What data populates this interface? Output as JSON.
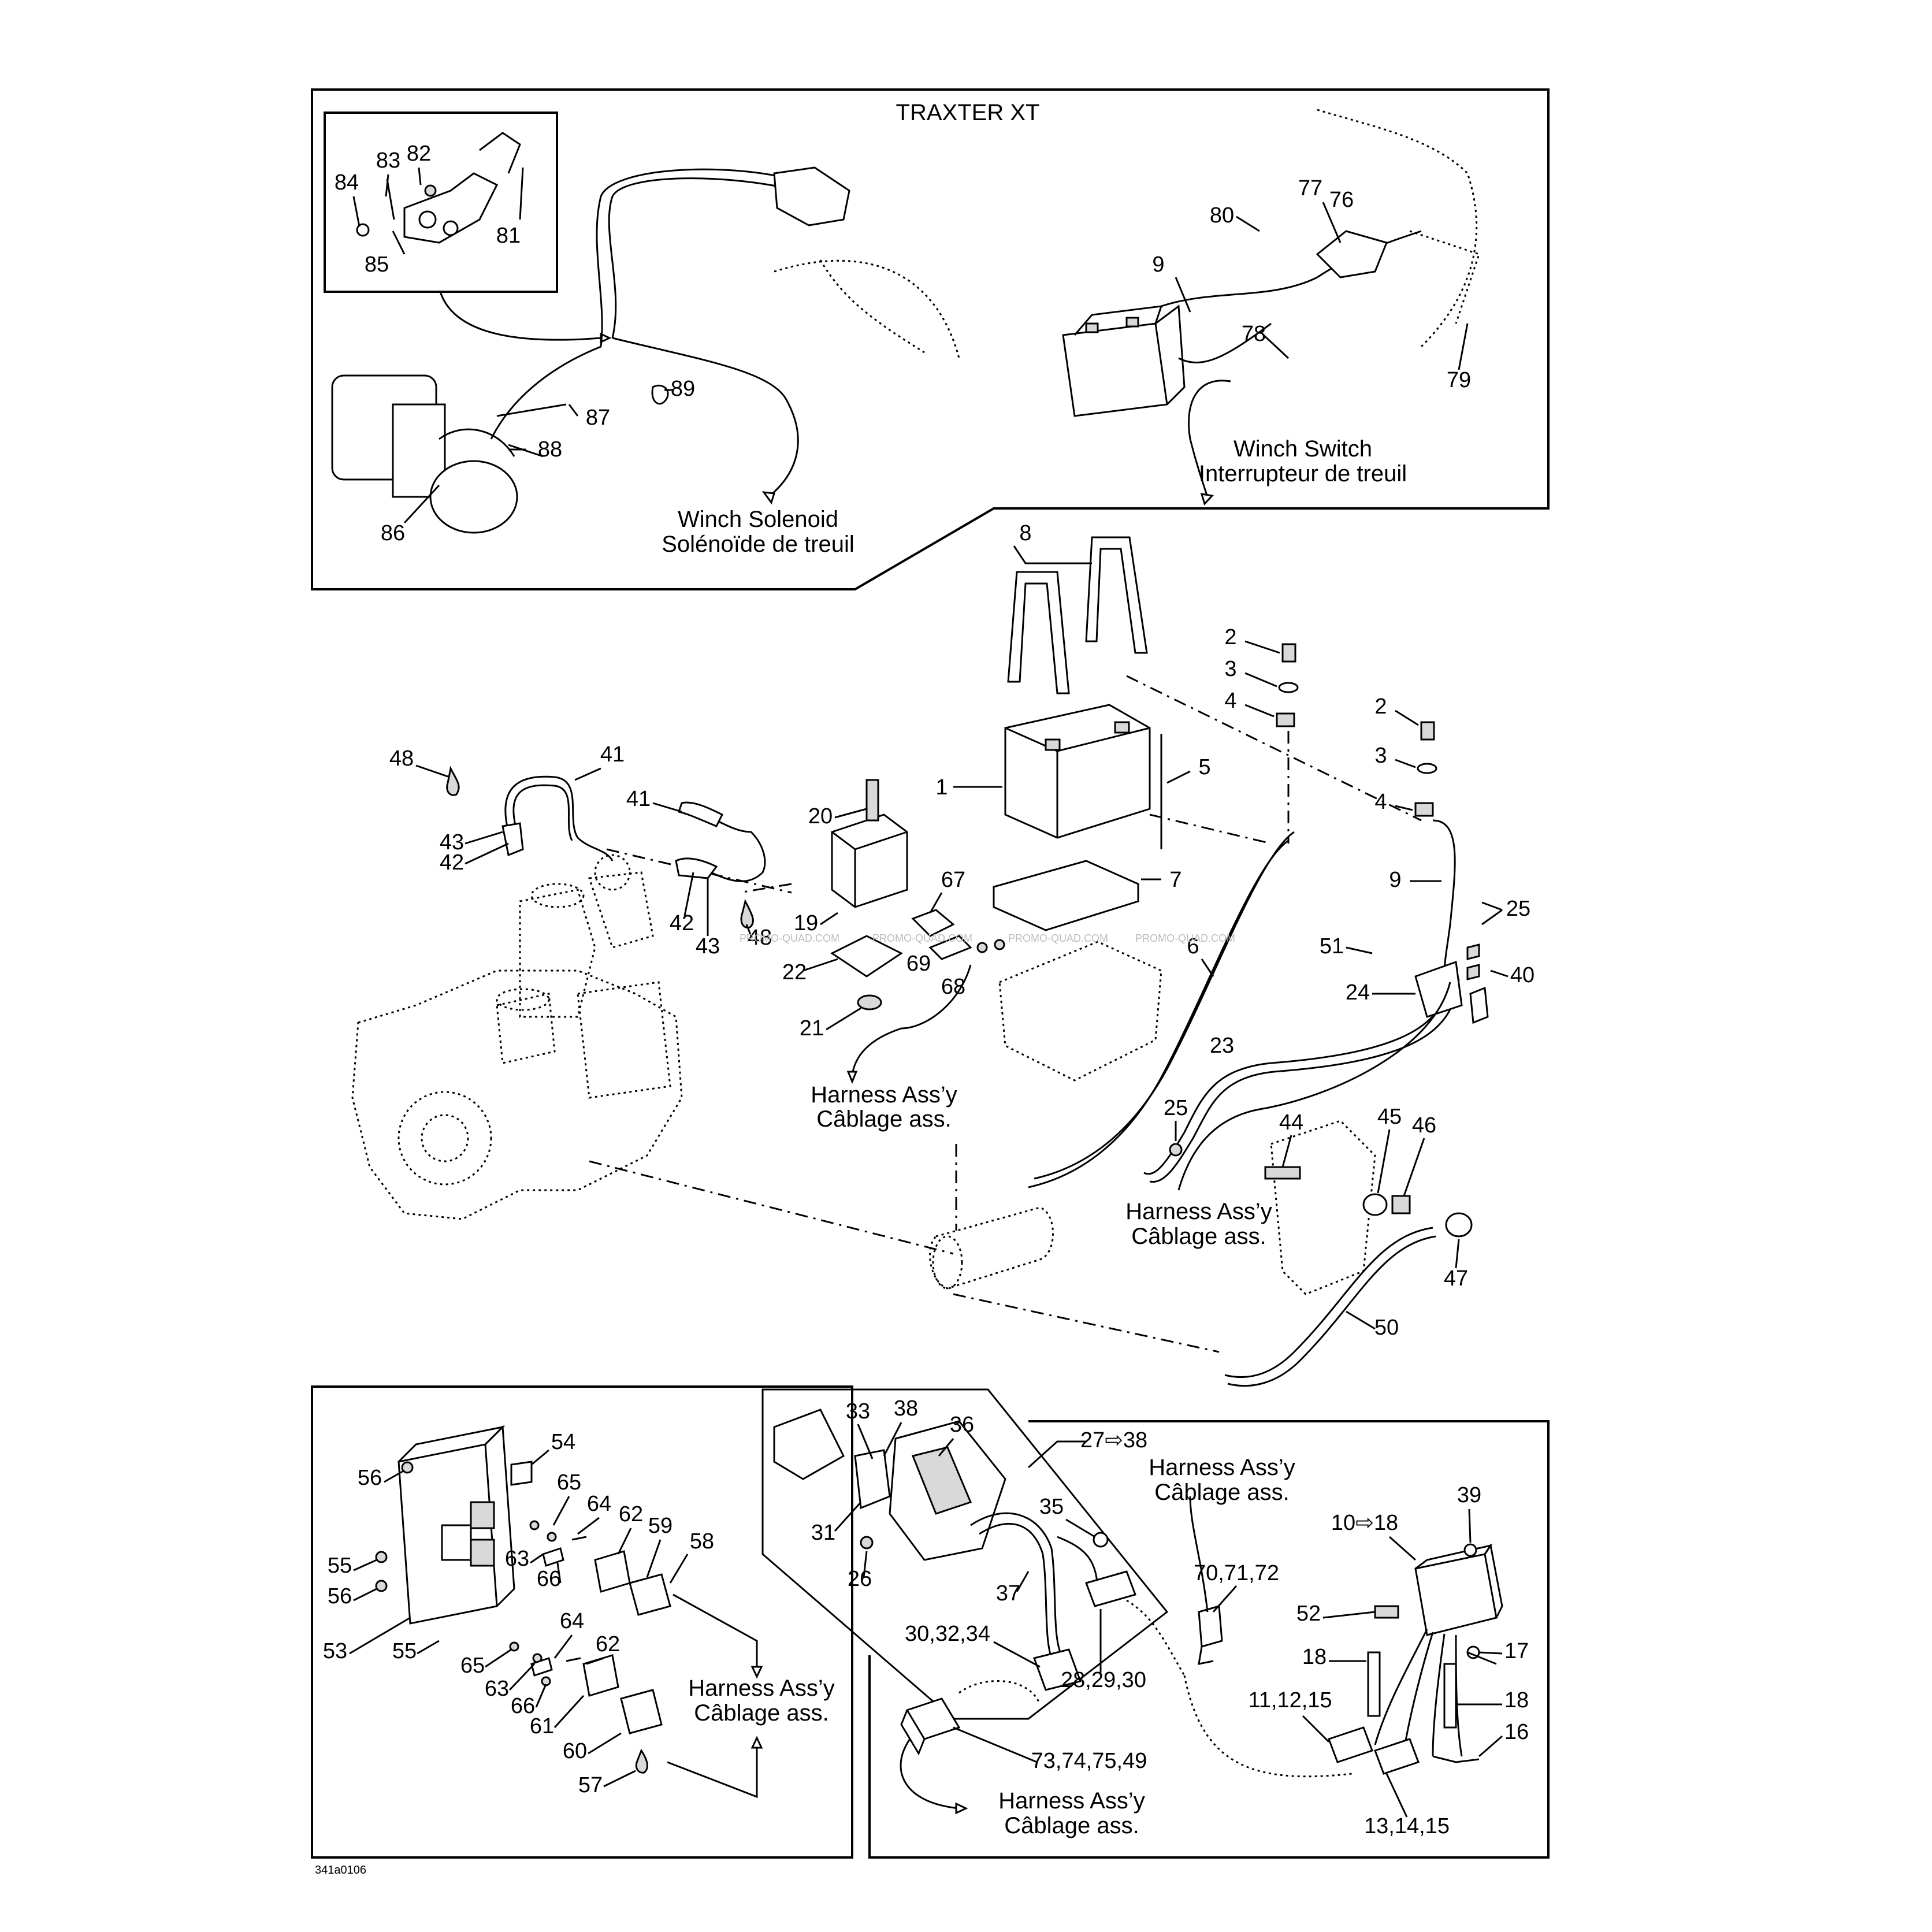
{
  "panels": {
    "traxter_title": "TRAXTER XT",
    "winch_solenoid": [
      "Winch Solenoid",
      "Solénoïde de treuil"
    ],
    "winch_switch": [
      "Winch Switch",
      "Interrupteur de treuil"
    ],
    "harness_main": [
      "Harness Ass’y",
      "Câblage ass."
    ],
    "harness_center": [
      "Harness Ass’y",
      "Câblage ass."
    ],
    "harness_left": [
      "Harness Ass’y",
      "Câblage ass."
    ],
    "harness_right_top": [
      "Harness Ass’y",
      "Câblage ass."
    ],
    "harness_right_bottom": [
      "Harness Ass’y",
      "Câblage ass."
    ]
  },
  "callouts": {
    "top": [
      "84",
      "83",
      "82",
      "81",
      "85",
      "87",
      "88",
      "86",
      "89",
      "80",
      "77",
      "76",
      "9",
      "78",
      "79"
    ],
    "middle": [
      "8",
      "2",
      "3",
      "4",
      "5",
      "1",
      "7",
      "2",
      "3",
      "4",
      "9",
      "25",
      "51",
      "24",
      "40",
      "6",
      "23",
      "48",
      "41",
      "43",
      "42",
      "41",
      "20",
      "67",
      "19",
      "42",
      "43",
      "48",
      "22",
      "69",
      "68",
      "21",
      "25",
      "44",
      "45",
      "46",
      "47",
      "50"
    ],
    "bottom_left": [
      "54",
      "56",
      "65",
      "64",
      "62",
      "59",
      "58",
      "55",
      "56",
      "63",
      "66",
      "53",
      "55",
      "64",
      "62",
      "65",
      "63",
      "66",
      "61",
      "60",
      "57"
    ],
    "bottom_right": [
      "33",
      "38",
      "36",
      "27⇨38",
      "31",
      "35",
      "26",
      "37",
      "30,32,34",
      "28,29,30",
      "73,74,75,49",
      "39",
      "10⇨18",
      "70,71,72",
      "52",
      "18",
      "17",
      "11,12,15",
      "18",
      "16",
      "13,14,15"
    ]
  },
  "drawing_id": "341a0106",
  "watermark": "PROMO-QUAD.COM"
}
